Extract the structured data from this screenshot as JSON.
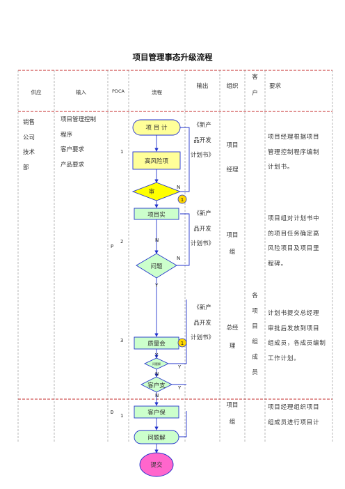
{
  "title": "项目管理事态升级流程",
  "headers": {
    "supply": "供应",
    "input": "输入",
    "pdca": "PDCA",
    "flow": "流程",
    "output": "输出",
    "org": "组织",
    "customer_1": "客",
    "customer_2": "户",
    "requirement": "要求"
  },
  "rows": {
    "r1": {
      "supply": [
        "销售",
        "公司",
        "技术",
        "部"
      ],
      "input": [
        "项目管理控制",
        "程序",
        "客户要求",
        "产品要求"
      ],
      "pdca_num1": "1",
      "pdca_letter": "P",
      "pdca_num2": "2",
      "pdca_num3": "3",
      "output1": [
        "《新产",
        "品开发",
        "计划书》"
      ],
      "output2": [
        "《新产",
        "品开发",
        "计划书》"
      ],
      "output3": [
        "《新产",
        "品开发",
        "计划书》"
      ],
      "org1": [
        "项目",
        "经理"
      ],
      "org2": [
        "项目",
        "组"
      ],
      "org3": [
        "总经",
        "理"
      ],
      "customer": [
        "各",
        "项",
        "目",
        "组",
        "成",
        "员"
      ],
      "req1": [
        "项目经理根据项目",
        "管理控制程序编制",
        "计划书。"
      ],
      "req2": [
        "项目组对计划书中",
        "的项目任务确定高",
        "风险项目及项目里",
        "程碑。"
      ],
      "req3": [
        "计划书提交总经理",
        "审批后发放到项目",
        "组成员，各成员编制",
        "工作计划。"
      ]
    },
    "r2": {
      "pdca_letter": "D",
      "pdca_num": "1",
      "org": [
        "项目",
        "组"
      ],
      "req": [
        "项目经理组织项目",
        "组成员进行项目计"
      ]
    }
  },
  "flow": {
    "n1": "项 目 计",
    "n2": "高风险项",
    "n3": "审",
    "n4": "项目实",
    "n5": "问题",
    "n6": "质量会",
    "n7": "问题解",
    "n8": "客户支",
    "n9": "客户保",
    "n10": "问题解",
    "n11": "提交",
    "connector": "1",
    "labels": {
      "N": "N",
      "Y": "Y"
    }
  },
  "colors": {
    "process": "#ffff99",
    "decision": "#ffff00",
    "process2": "#ccffcc",
    "connector": "#ffd700",
    "terminal": "#ff66cc",
    "line": "#2233cc",
    "border": "#c62828",
    "divider": "#cc3333"
  }
}
